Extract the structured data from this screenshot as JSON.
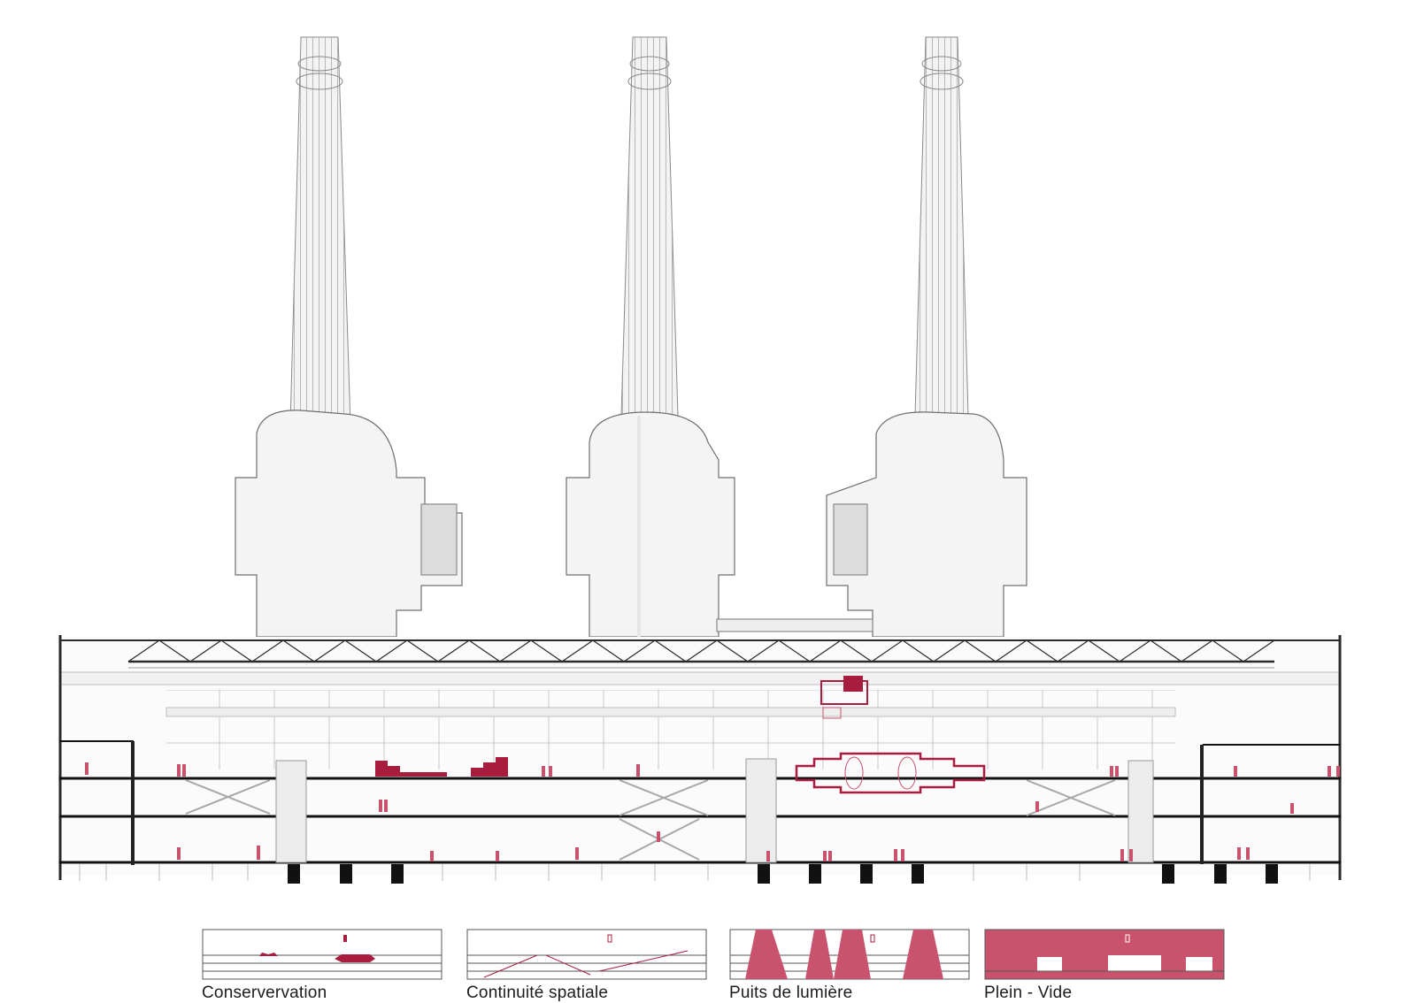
{
  "colors": {
    "accent": "#a81c3e",
    "accent_light": "#c9536d",
    "line": "#8a8a8a",
    "structure": "#111111",
    "fill_light": "#f2f2f2"
  },
  "diagrams": [
    {
      "id": "conservation",
      "caption": "Conservervation"
    },
    {
      "id": "continuity",
      "caption": "Continuité spatiale"
    },
    {
      "id": "light-wells",
      "caption": "Puits de lumière"
    },
    {
      "id": "solid-void",
      "caption": "Plein - Vide"
    }
  ]
}
